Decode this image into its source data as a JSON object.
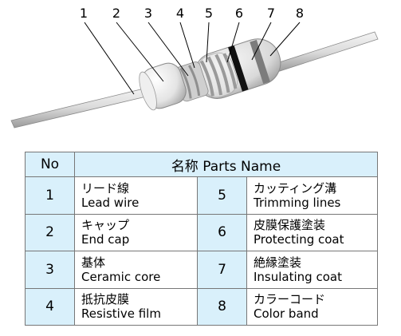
{
  "callouts": [
    "1",
    "2",
    "3",
    "4",
    "5",
    "6",
    "7",
    "8"
  ],
  "table": {
    "header_no": "No",
    "header_name": "名称  Parts Name",
    "rows": [
      {
        "no_left": "1",
        "jp_left": "リード線",
        "en_left": "Lead wire",
        "no_right": "5",
        "jp_right": "カッティング溝",
        "en_right": "Trimming lines"
      },
      {
        "no_left": "2",
        "jp_left": "キャップ",
        "en_left": "End cap",
        "no_right": "6",
        "jp_right": "皮膜保護塗装",
        "en_right": "Protecting coat"
      },
      {
        "no_left": "3",
        "jp_left": "基体",
        "en_left": "Ceramic core",
        "no_right": "7",
        "jp_right": "絶縁塗装",
        "en_right": "Insulating coat"
      },
      {
        "no_left": "4",
        "jp_left": "抵抗皮膜",
        "en_left": "Resistive film",
        "no_right": "8",
        "jp_right": "カラーコード",
        "en_right": "Color band"
      }
    ]
  },
  "colors": {
    "header_fill": "#d9f0fb",
    "border": "#777777",
    "band_black": "#111111",
    "band_gray": "#7c7c7c"
  }
}
